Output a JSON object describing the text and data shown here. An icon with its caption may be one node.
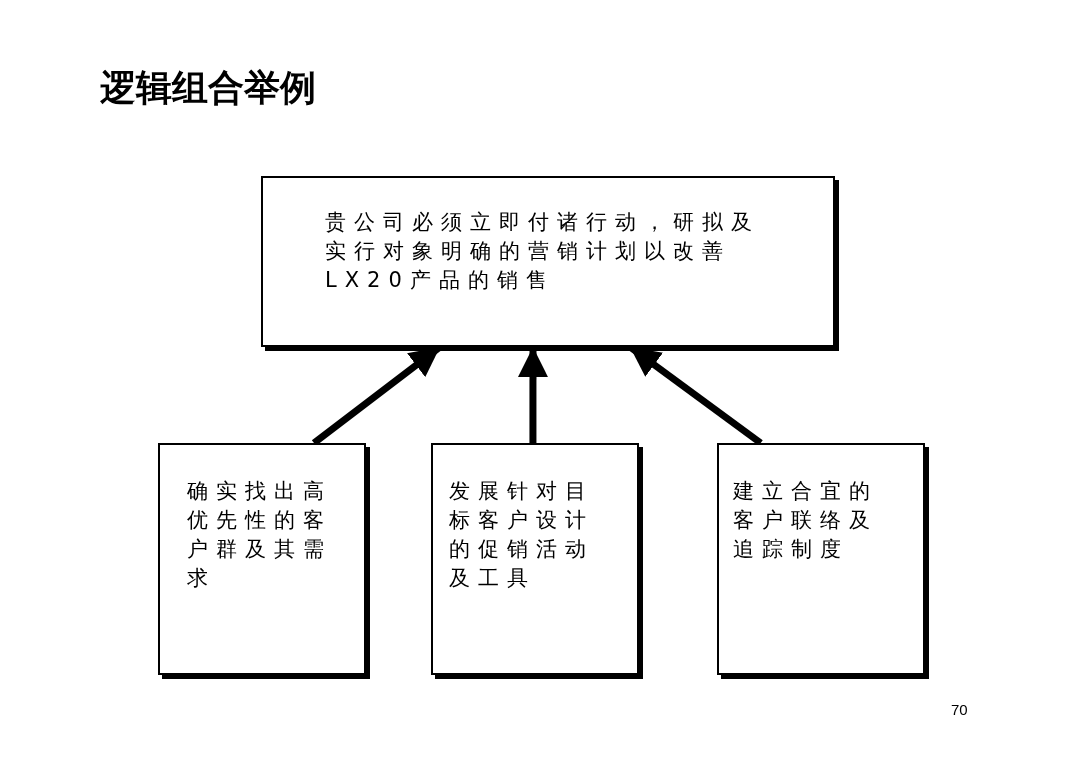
{
  "diagram": {
    "title": "逻辑组合举例",
    "nodes": [
      {
        "text": [
          "贵公司必须立即付诸行动，研拟及实行对象明确的营销计划以改善LX20产品的销售"
        ]
      },
      {
        "text": [
          "确实找出高优先性的客户群及其需求"
        ]
      },
      {
        "text": [
          "发展针对目标客户设计的促销活动及工具"
        ]
      },
      {
        "text": [
          "建立合宜的客户联络及追踪制度"
        ]
      }
    ],
    "edges": [
      {
        "from": 1,
        "to": 0,
        "arrow": "to"
      },
      {
        "from": 2,
        "to": 0,
        "arrow": "to"
      },
      {
        "from": 3,
        "to": 0,
        "arrow": "to"
      }
    ],
    "labels": [
      "70"
    ]
  }
}
